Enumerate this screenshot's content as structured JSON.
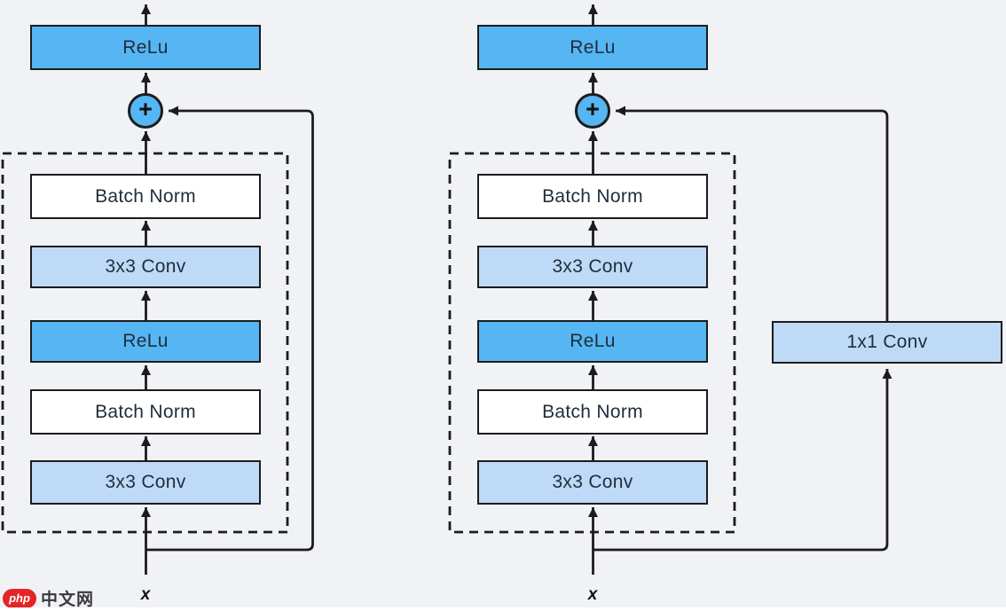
{
  "diagram": {
    "description": "Two residual block diagrams: identity shortcut (left) and 1x1 Conv projection shortcut (right)",
    "left": {
      "output_activation": "ReLu",
      "add_symbol": "+",
      "layers": [
        "Batch Norm",
        "3x3 Conv",
        "ReLu",
        "Batch Norm",
        "3x3 Conv"
      ],
      "input_label": "x"
    },
    "right": {
      "output_activation": "ReLu",
      "add_symbol": "+",
      "layers": [
        "Batch Norm",
        "3x3 Conv",
        "ReLu",
        "Batch Norm",
        "3x3 Conv"
      ],
      "shortcut_layer": "1x1 Conv",
      "input_label": "x"
    }
  },
  "colors": {
    "background": "#f0f2f6",
    "relu_blue": "#56b6f3",
    "conv_blue": "#bfdaf7",
    "batchnorm_white": "#ffffff",
    "line": "#1c1c1c",
    "logo_red": "#e42525"
  },
  "watermark": {
    "logo_text": "php",
    "site_text": "中文网"
  }
}
